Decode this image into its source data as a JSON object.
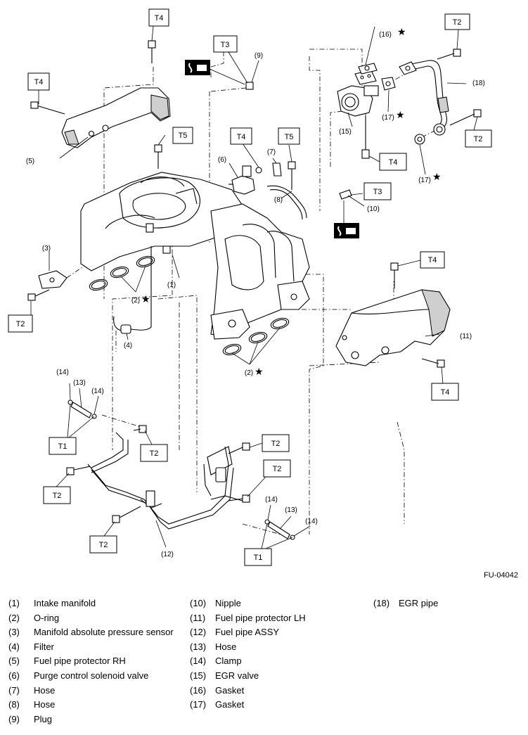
{
  "figure_code": "FU-04042",
  "torque_labels": {
    "t1": "T1",
    "t2": "T2",
    "t3": "T3",
    "t4": "T4",
    "t5": "T5"
  },
  "callouts": {
    "c1": "(1)",
    "c2": "(2)",
    "c3": "(3)",
    "c4": "(4)",
    "c5": "(5)",
    "c6": "(6)",
    "c7": "(7)",
    "c8": "(8)",
    "c9": "(9)",
    "c10": "(10)",
    "c11": "(11)",
    "c12": "(12)",
    "c13": "(13)",
    "c14": "(14)",
    "c15": "(15)",
    "c16": "(16)",
    "c17": "(17)",
    "c18": "(18)"
  },
  "star": "★",
  "legend": [
    {
      "num": "(1)",
      "name": "Intake manifold"
    },
    {
      "num": "(2)",
      "name": "O-ring"
    },
    {
      "num": "(3)",
      "name": "Manifold absolute pressure sensor"
    },
    {
      "num": "(4)",
      "name": "Filter"
    },
    {
      "num": "(5)",
      "name": "Fuel pipe protector RH"
    },
    {
      "num": "(6)",
      "name": "Purge control solenoid valve"
    },
    {
      "num": "(7)",
      "name": "Hose"
    },
    {
      "num": "(8)",
      "name": "Hose"
    },
    {
      "num": "(9)",
      "name": "Plug"
    },
    {
      "num": "(10)",
      "name": "Nipple"
    },
    {
      "num": "(11)",
      "name": "Fuel pipe protector LH"
    },
    {
      "num": "(12)",
      "name": "Fuel pipe ASSY"
    },
    {
      "num": "(13)",
      "name": "Hose"
    },
    {
      "num": "(14)",
      "name": "Clamp"
    },
    {
      "num": "(15)",
      "name": "EGR valve"
    },
    {
      "num": "(16)",
      "name": "Gasket"
    },
    {
      "num": "(17)",
      "name": "Gasket"
    },
    {
      "num": "(18)",
      "name": "EGR pipe"
    }
  ]
}
